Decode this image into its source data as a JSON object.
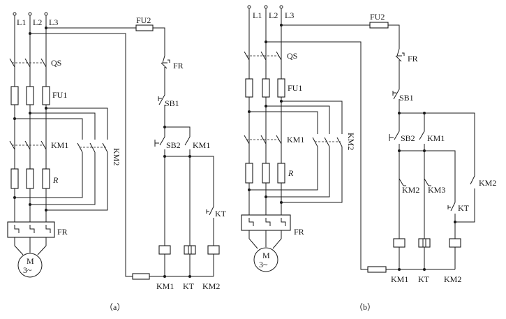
{
  "diagram_a": {
    "caption": "（a）",
    "phase_labels": [
      "L1",
      "L2",
      "L3"
    ],
    "fuse_control": "FU2",
    "switch_main": "QS",
    "fuse_main": "FU1",
    "contactor_main": "KM1",
    "contactor_aux": "KM2",
    "resistor": "R",
    "thermal_relay": "FR",
    "motor_top": "M",
    "motor_bottom": "3~",
    "ctrl_fr": "FR",
    "ctrl_sb1": "SB1",
    "ctrl_sb2": "SB2",
    "ctrl_km1_contact": "KM1",
    "ctrl_kt_contact": "KT",
    "coil_km1": "KM1",
    "coil_kt": "KT",
    "coil_km2": "KM2"
  },
  "diagram_b": {
    "caption": "（b）",
    "phase_labels": [
      "L1",
      "L2",
      "L3"
    ],
    "fuse_control": "FU2",
    "switch_main": "QS",
    "fuse_main": "FU1",
    "contactor_main": "KM1",
    "contactor_aux": "KM2",
    "resistor": "R",
    "thermal_relay": "FR",
    "motor_top": "M",
    "motor_bottom": "3~",
    "ctrl_fr": "FR",
    "ctrl_sb1": "SB1",
    "ctrl_sb2": "SB2",
    "ctrl_km1_contact": "KM1",
    "ctrl_km2_nc": "KM2",
    "ctrl_km3_nc": "KM3",
    "ctrl_km2_no": "KM2",
    "ctrl_kt_contact": "KT",
    "coil_km1": "KM1",
    "coil_kt": "KT",
    "coil_km2": "KM2"
  }
}
